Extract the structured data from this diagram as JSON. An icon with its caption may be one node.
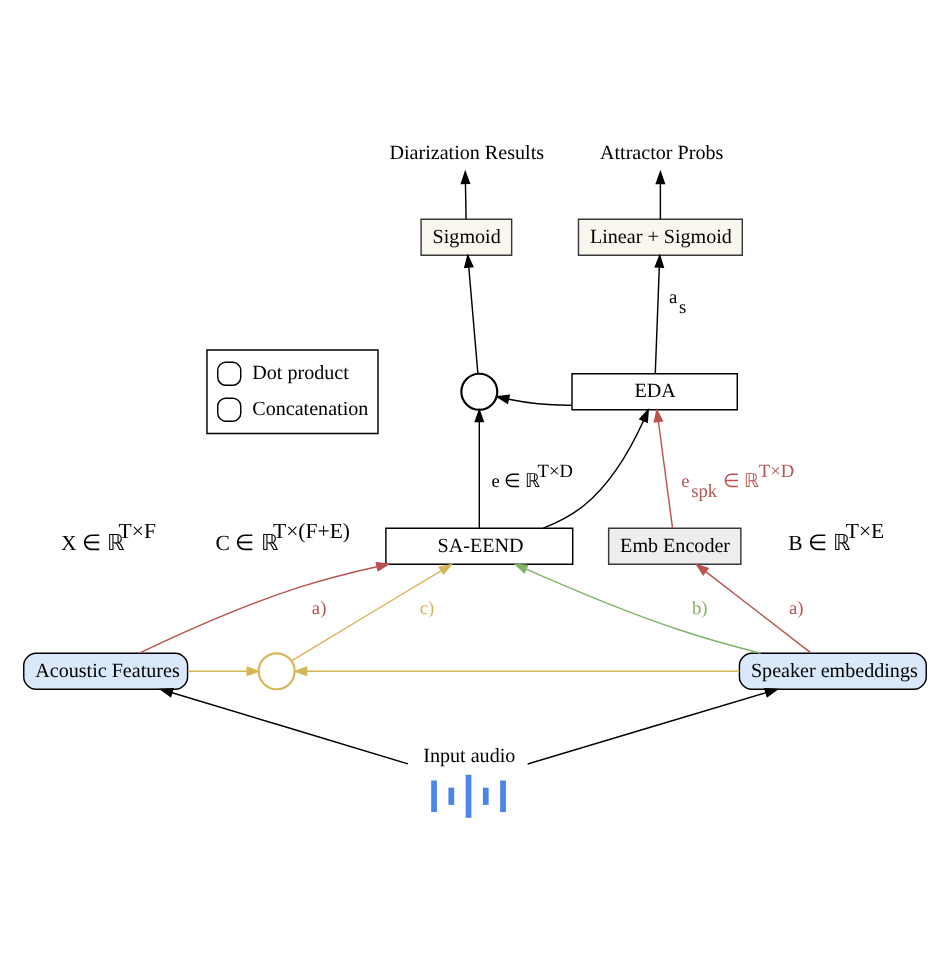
{
  "diagram": {
    "nodes": [
      {
        "text": [
          "Diarization Results"
        ]
      },
      {
        "text": [
          "Attractor Probs"
        ]
      },
      {
        "text": [
          "Sigmoid"
        ]
      },
      {
        "text": [
          "Linear + Sigmoid"
        ]
      },
      {
        "text": [],
        "shape": "circle"
      },
      {
        "text": [
          "EDA"
        ]
      },
      {
        "text": [
          "SA-EEND"
        ]
      },
      {
        "text": [
          "Emb Encoder"
        ]
      },
      {
        "text": [],
        "shape": "circle"
      },
      {
        "text": [
          "Acoustic Features"
        ]
      },
      {
        "text": [
          "Speaker embeddings"
        ]
      },
      {
        "text": [
          "Input audio"
        ]
      }
    ],
    "edges": [
      {
        "from": 2,
        "to": 0,
        "arrow": "to"
      },
      {
        "from": 3,
        "to": 1,
        "arrow": "to"
      },
      {
        "from": 4,
        "to": 2,
        "arrow": "to"
      },
      {
        "from": 5,
        "to": 3,
        "arrow": "to",
        "label": "a$_{s}$"
      },
      {
        "from": 5,
        "to": 4,
        "arrow": "to"
      },
      {
        "from": 6,
        "to": 4,
        "arrow": "to",
        "label": "e ∈ ℝ$^{T×D}$"
      },
      {
        "from": 6,
        "to": 5,
        "arrow": "to"
      },
      {
        "from": 7,
        "to": 5,
        "arrow": "to",
        "label": "e$_{spk}$ ∈ ℝ$^{T×D}$",
        "color": "#b85450"
      },
      {
        "from": 10,
        "to": 7,
        "arrow": "to",
        "label": "a)",
        "color": "#b85450"
      },
      {
        "from": 9,
        "to": 6,
        "arrow": "to",
        "label": "a)",
        "color": "#b85450"
      },
      {
        "from": 8,
        "to": 6,
        "arrow": "to",
        "label": "c)",
        "color": "#d6b656"
      },
      {
        "from": 10,
        "to": 6,
        "arrow": "to",
        "label": "b)",
        "color": "#82b366"
      },
      {
        "from": 9,
        "to": 8,
        "arrow": "to",
        "color": "#d6b656"
      },
      {
        "from": 10,
        "to": 8,
        "arrow": "to",
        "color": "#d6b656"
      },
      {
        "from": 11,
        "to": 9,
        "arrow": "to"
      },
      {
        "from": 11,
        "to": 10,
        "arrow": "to"
      }
    ],
    "labels": [
      "X ∈ ℝ$^{T×F}$",
      "C ∈ ℝ$^{T×(F+E)}$",
      "B ∈ ℝ$^{T×E}$"
    ],
    "legend": [
      {
        "text": "Dot product"
      },
      {
        "text": "Concatenation"
      }
    ]
  }
}
